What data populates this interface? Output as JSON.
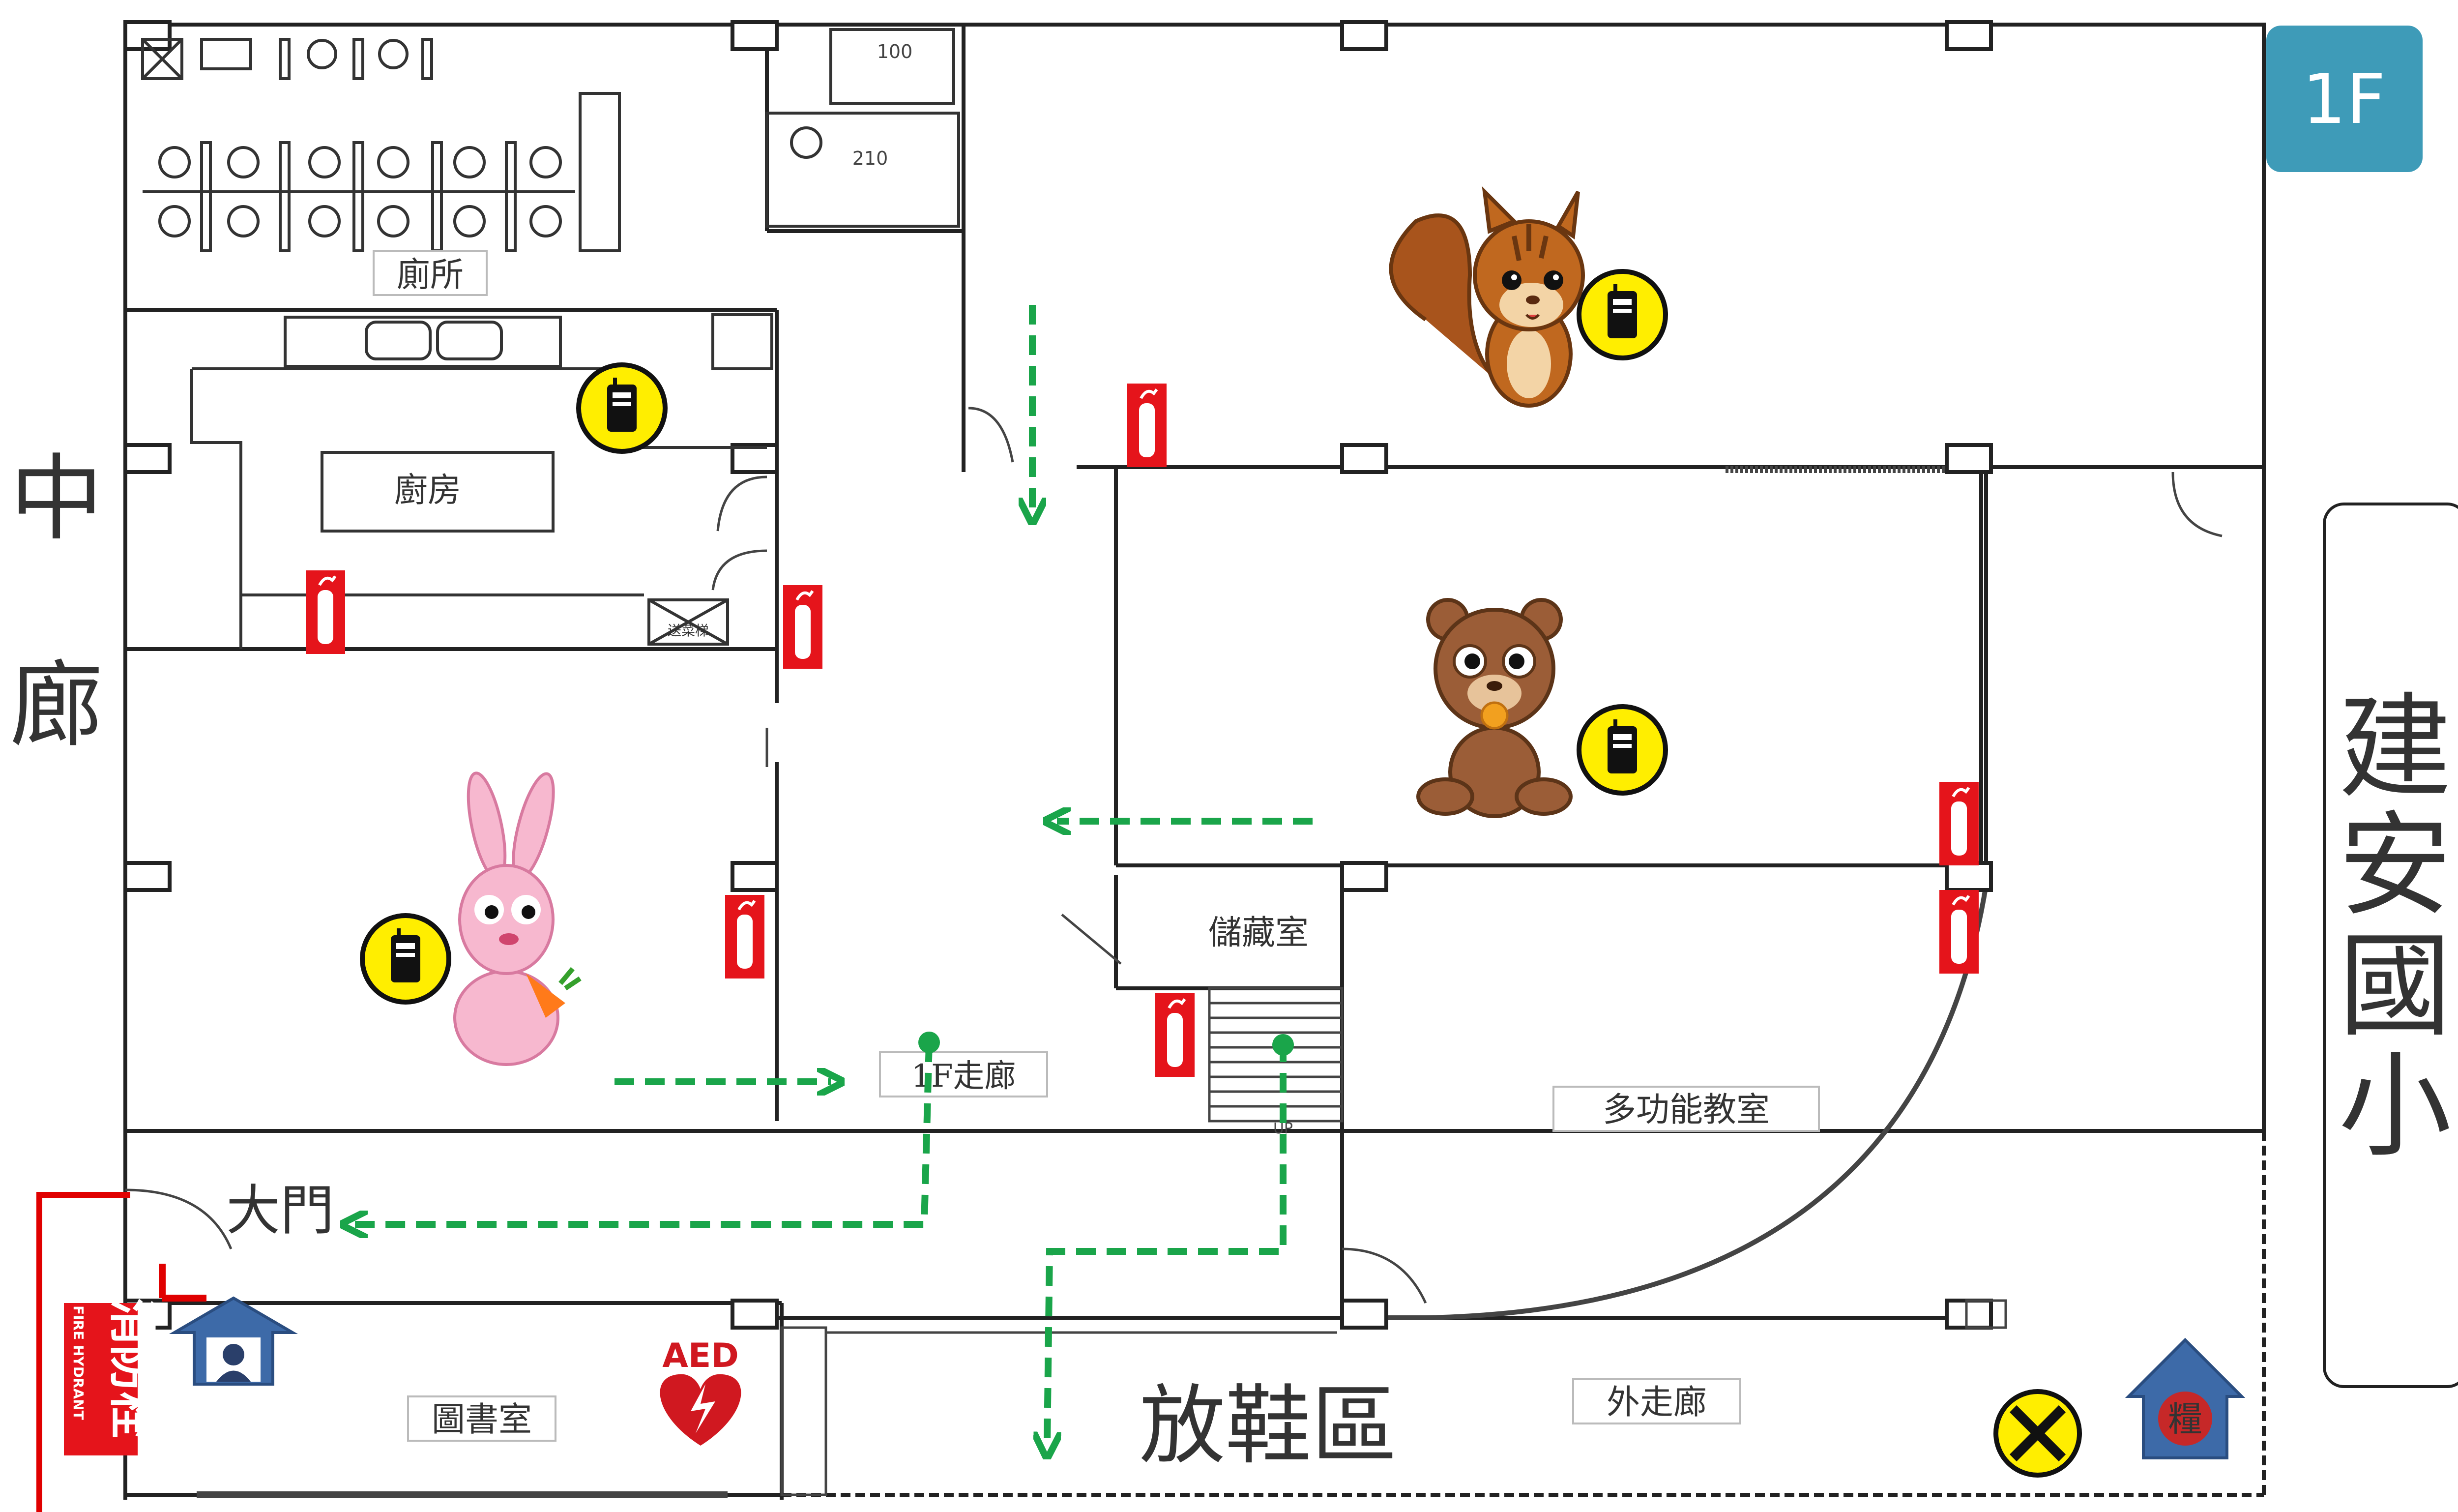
{
  "floor_badge": "1F",
  "side_labels": {
    "left": [
      "中",
      "廊"
    ],
    "right": [
      "建",
      "安",
      "國",
      "小"
    ]
  },
  "rooms": {
    "restroom": "廁所",
    "kitchen": "廚房",
    "storage": "儲藏室",
    "corridor_1f": "1F走廊",
    "multipurpose": "多功能教室",
    "main_gate": "大門",
    "library": "圖書室",
    "shoe_area": "放鞋區",
    "outer_corridor": "外走廊",
    "dumbwaiter": "送菜梯"
  },
  "room_numbers": [
    "100",
    "210"
  ],
  "stair_label": "UP",
  "hydrant": {
    "zh": "消防栓",
    "en": "FIRE HYDRANT"
  },
  "aed_label": "AED",
  "grain_label": "糧",
  "colors": {
    "wall": "#222222",
    "exit_arrow": "#1aa54a",
    "extinguisher": "#e5141b",
    "radio_bg": "#ffee00",
    "badge": "#3e9bb8",
    "house": "#3d6aa8",
    "hydrant_line": "#e00000"
  },
  "icons": [
    "squirrel-icon",
    "bear-icon",
    "rabbit-icon",
    "radio-icon",
    "fire-extinguisher-icon",
    "aed-icon",
    "security-guard-house-icon",
    "grain-storage-house-icon",
    "tools-icon"
  ]
}
